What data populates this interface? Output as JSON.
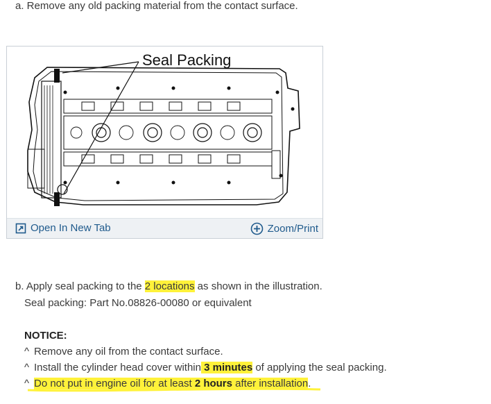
{
  "step_a": "a. Remove any old packing material from the contact surface.",
  "figure": {
    "callout": "Seal Packing",
    "open_tab": "Open In New Tab",
    "zoom_print": "Zoom/Print"
  },
  "step_b": {
    "before": "b. Apply seal packing to the ",
    "highlight": "2 locations",
    "after": " as shown in the illustration."
  },
  "spec": "Seal packing: Part No.08826-00080 or equivalent",
  "notice": {
    "title": "NOTICE:",
    "bullet": "^",
    "line1": "Remove any oil from the contact surface.",
    "line2_before": "Install the cylinder head cover within",
    "line2_highlight": " 3 minutes",
    "line2_after": " of applying the seal packing.",
    "line3_before": "Do not put in engine oil for at least ",
    "line3_highlight": "2 hours",
    "line3_after": " after installation"
  },
  "colors": {
    "highlight": "#fff23a",
    "link": "#1f5a8c",
    "toolbar": "#eef1f4"
  }
}
